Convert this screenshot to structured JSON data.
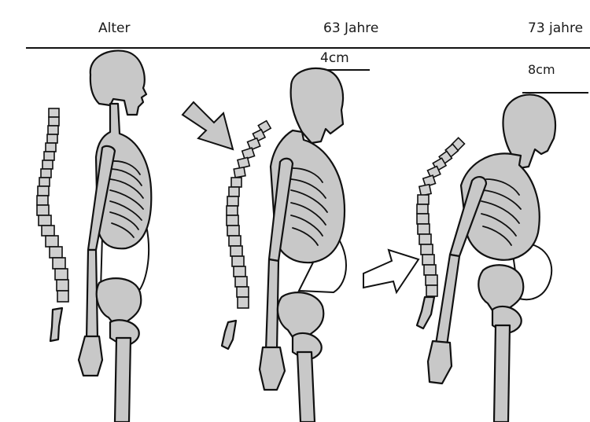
{
  "header": {
    "age_label": "Alter",
    "stage2_label": "63 Jahre",
    "stage3_label": "73 jahre"
  },
  "measurements": {
    "stage2_loss": "4cm",
    "stage3_loss": "8cm"
  },
  "icons": {
    "arrow1": "arrow-down-right-icon",
    "arrow2": "arrow-up-right-icon"
  }
}
